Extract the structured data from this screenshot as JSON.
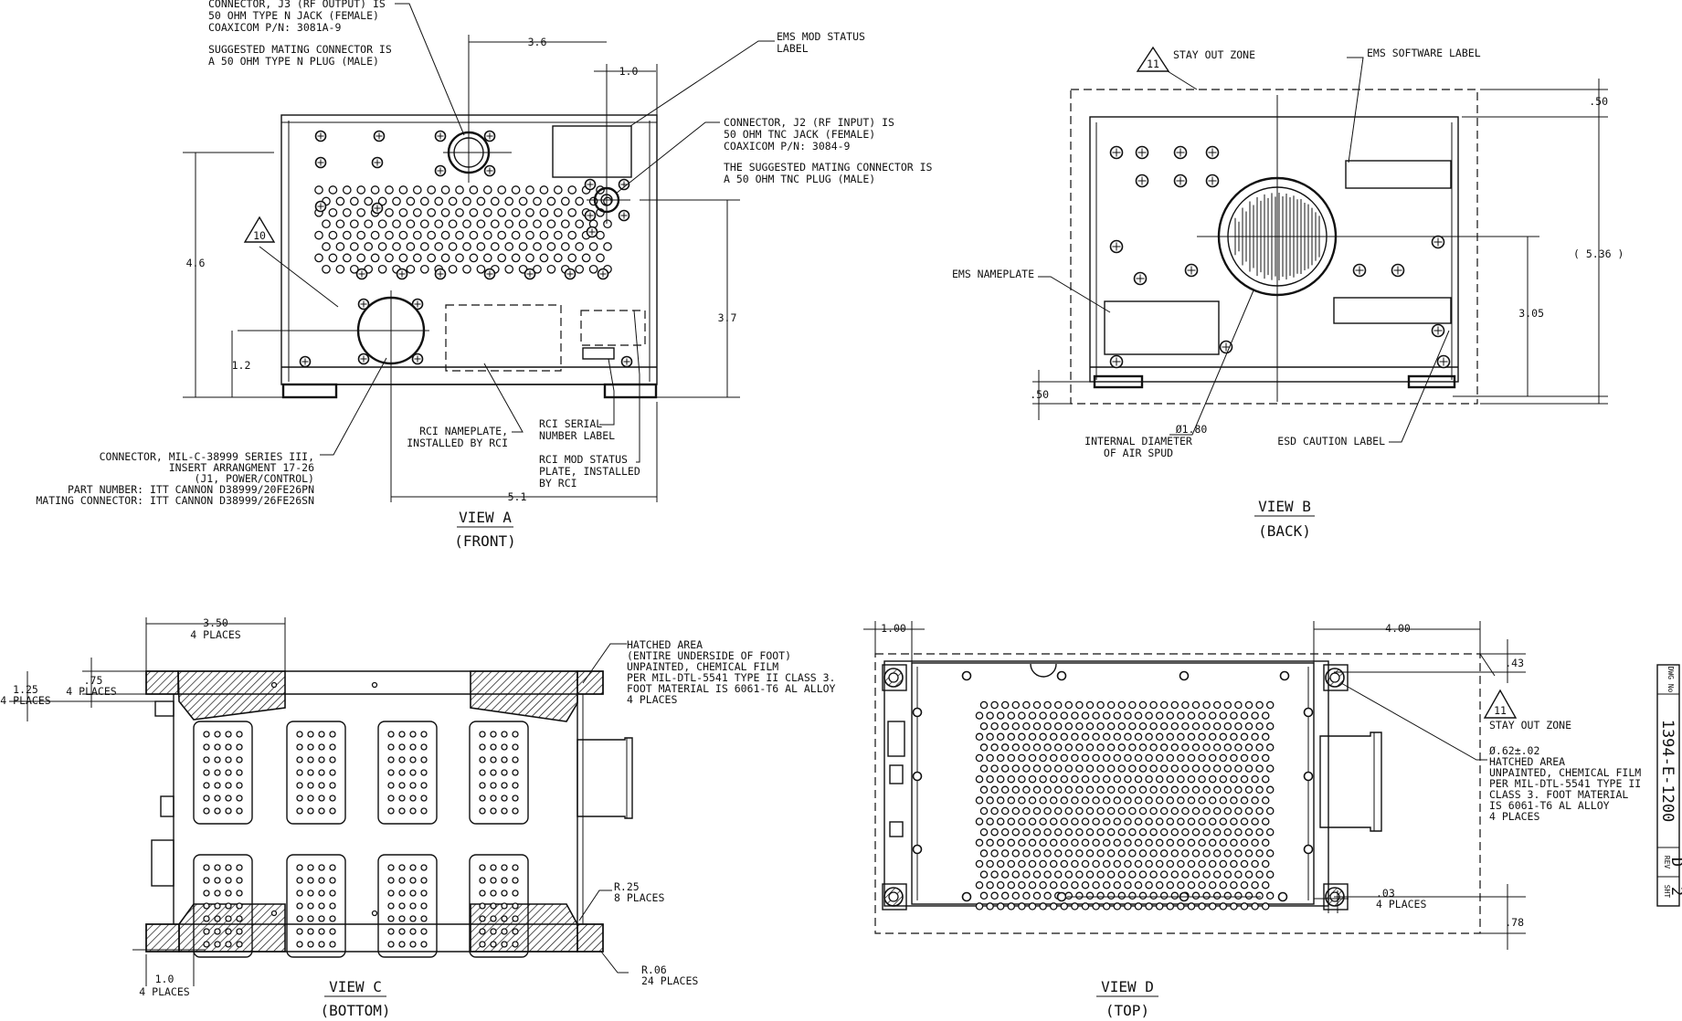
{
  "document": {
    "number": "1394-E-1200",
    "rev": "D",
    "sheet": "2"
  },
  "title_block": {
    "dwg_no_label": "DWG No",
    "rev_label": "REV",
    "sht_label": "SHT"
  },
  "views": {
    "a": {
      "title": "VIEW A",
      "subtitle": "(FRONT)"
    },
    "b": {
      "title": "VIEW B",
      "subtitle": "(BACK)"
    },
    "c": {
      "title": "VIEW C",
      "subtitle": "(BOTTOM)"
    },
    "d": {
      "title": "VIEW D",
      "subtitle": "(TOP)"
    }
  },
  "dims": {
    "a_width_top": "3.6",
    "a_width_small": "1.0",
    "a_height": "4.6",
    "a_right_height": "3.7",
    "a_conn_height": "1.2",
    "a_width_bottom": "5.1",
    "b_top_offset": ".50",
    "b_height": "( 5.36 )",
    "b_spud_height": "3.05",
    "b_bottom_offset": ".50",
    "c_width": "3.50",
    "c_width_places": "4 PLACES",
    "c_left_1": ".75",
    "c_left_1_places": "4 PLACES",
    "c_left_2": "1.25",
    "c_left_2_places": "4 PLACES",
    "c_foot": "1.0",
    "c_foot_places": "4 PLACES",
    "d_left": "1.00",
    "d_right": "4.00",
    "d_top": ".43",
    "d_bottom": ".78",
    "d_gap": ".03",
    "d_gap_places": "4 PLACES"
  },
  "notes": {
    "a_rf_output": [
      "CONNECTOR, J3 (RF OUTPUT) IS",
      "50 OHM TYPE N JACK (FEMALE)",
      "COAXICOM P/N: 3081A-9"
    ],
    "a_mating_n": [
      "SUGGESTED MATING CONNECTOR IS",
      "A 50 OHM TYPE N PLUG (MALE)"
    ],
    "a_ems_mod_status": [
      "EMS MOD STATUS",
      "LABEL"
    ],
    "a_rf_input": [
      "CONNECTOR, J2 (RF INPUT) IS",
      "50 OHM TNC JACK (FEMALE)",
      "COAXICOM P/N: 3084-9"
    ],
    "a_mating_tnc": [
      "THE SUGGESTED MATING CONNECTOR IS",
      "A 50 OHM TNC PLUG (MALE)"
    ],
    "a_power": [
      "CONNECTOR, MIL-C-38999 SERIES III,",
      "INSERT ARRANGMENT 17-26",
      "(J1, POWER/CONTROL)",
      "PART NUMBER: ITT CANNON D38999/20FE26PN",
      "MATING CONNECTOR: ITT CANNON D38999/26FE26SN"
    ],
    "a_rci_nameplate": [
      "RCI NAMEPLATE,",
      "INSTALLED BY RCI"
    ],
    "a_rci_serial": [
      "RCI SERIAL",
      "NUMBER LABEL"
    ],
    "a_rci_mod": [
      "RCI MOD STATUS",
      "PLATE, INSTALLED",
      "BY RCI"
    ],
    "a_flag": "10",
    "b_stay_out": "STAY OUT ZONE",
    "b_flag": "11",
    "b_ems_software": "EMS SOFTWARE LABEL",
    "b_ems_nameplate": "EMS NAMEPLATE",
    "b_spud": [
      "Ø1.80",
      "INTERNAL DIAMETER",
      "OF AIR SPUD"
    ],
    "b_esd": "ESD CAUTION LABEL",
    "c_hatched": [
      "HATCHED AREA",
      "(ENTIRE UNDERSIDE OF FOOT)",
      "UNPAINTED, CHEMICAL FILM",
      "PER MIL-DTL-5541 TYPE II CLASS 3.",
      "FOOT MATERIAL IS 6061-T6 AL ALLOY",
      "4 PLACES"
    ],
    "c_r25": [
      "R.25",
      "8 PLACES"
    ],
    "c_r06": [
      "R.06",
      "24 PLACES"
    ],
    "d_stay_out": "STAY OUT ZONE",
    "d_flag": "11",
    "d_hatched": [
      "Ø.62±.02",
      "HATCHED AREA",
      "UNPAINTED, CHEMICAL FILM",
      "PER MIL-DTL-5541 TYPE II",
      "CLASS 3. FOOT MATERIAL",
      "IS 6061-T6 AL ALLOY",
      "4 PLACES"
    ]
  }
}
